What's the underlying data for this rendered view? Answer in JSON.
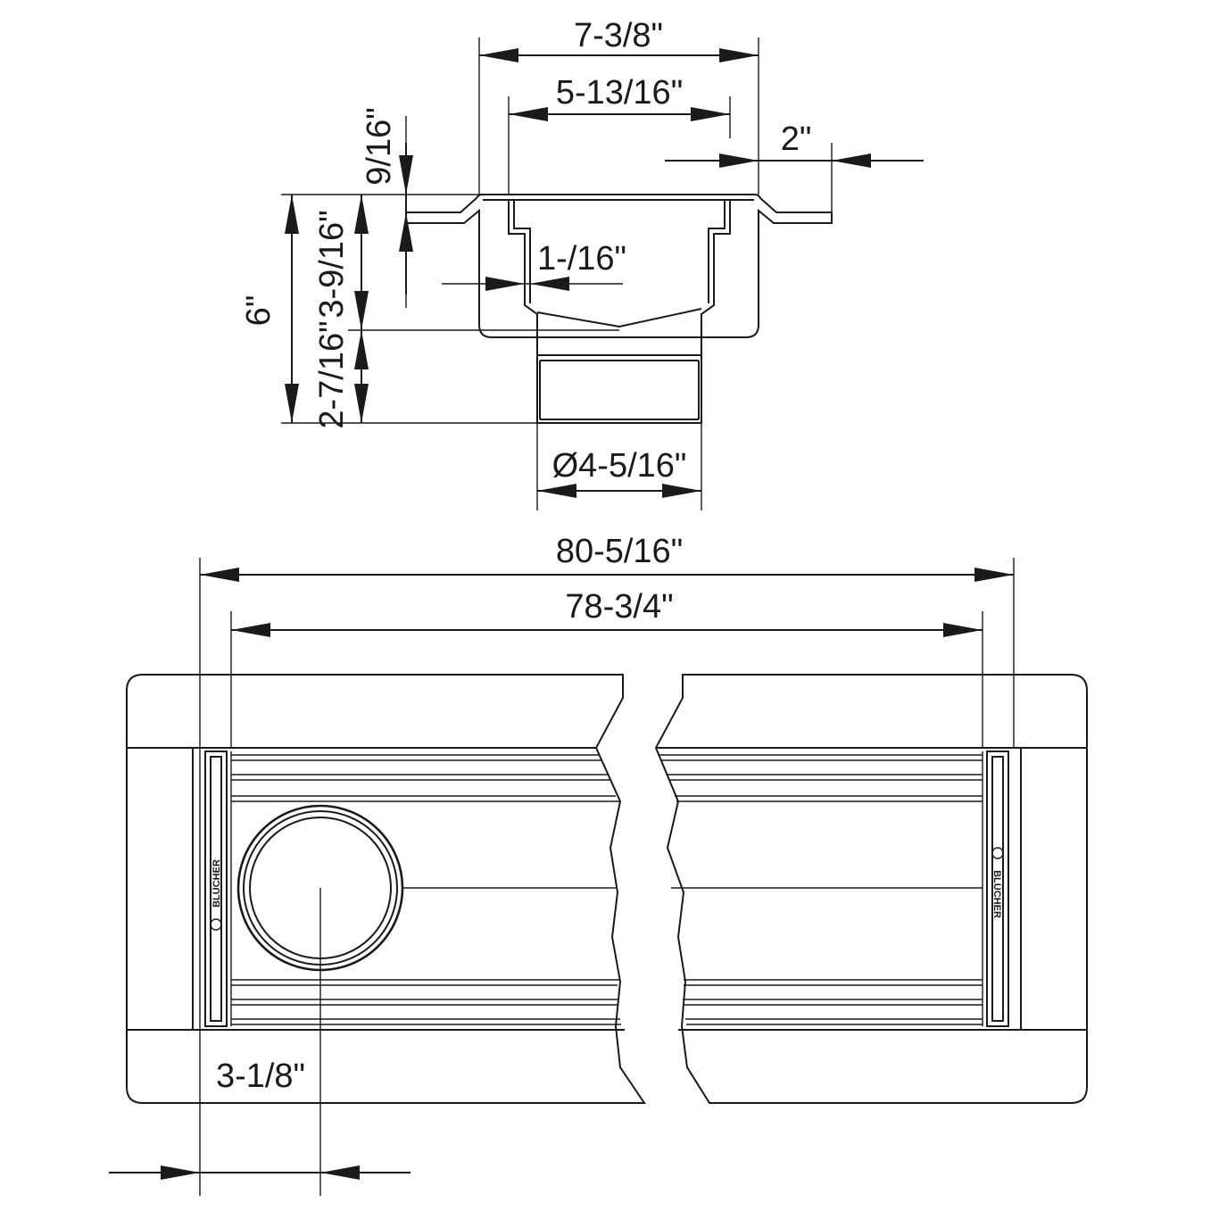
{
  "dimensions": {
    "flange_width": "7-3/8\"",
    "channel_width": "5-13/16\"",
    "flange_overhang": "2\"",
    "flange_height": "9/16\"",
    "total_height": "6\"",
    "body_height": "3-9/16\"",
    "outlet_height": "2-7/16\"",
    "wall_offset": "1-/16\"",
    "outlet_diameter": "Ø4-5/16\"",
    "overall_length": "80-5/16\"",
    "channel_length": "78-3/4\"",
    "outlet_offset": "3-1/8\""
  },
  "brand": {
    "left_logo": "BLÜCHER",
    "right_logo": "BLÜCHER"
  }
}
